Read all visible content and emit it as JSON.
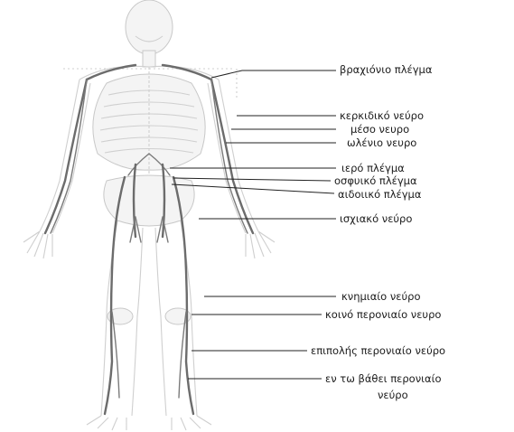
{
  "labels": {
    "brachial_plexus": "βραχιόνιο πλέγμα",
    "radial_nerve": "κερκιδικό νεύρο",
    "median_nerve": "μέσο νευρο",
    "ulnar_nerve": "ωλένιο νευρο",
    "sacral_plexus": "ιερό πλέγμα",
    "lumbar_plexus": "οσφυικό πλέγμα",
    "pudendal_plexus": "αιδοιικό πλέγμα",
    "sciatic_nerve": "ισχιακό νεύρο",
    "tibial_nerve": "κνημιαίο νεύρο",
    "common_peroneal_nerve": "κοινό περονιαίο νευρο",
    "superficial_peroneal_nerve": "επιπολής περονιαίο νεύρο",
    "deep_peroneal_nerve_line1": "εν τω βάθει περονιαίο",
    "deep_peroneal_nerve_line2": "νεύρο"
  }
}
